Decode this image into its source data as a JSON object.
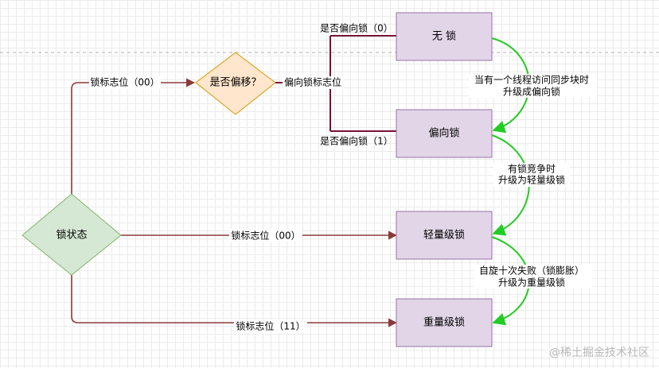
{
  "nodes": {
    "lock_state": "锁状态",
    "is_biased": "是否偏移？",
    "no_lock": "无 锁",
    "biased_lock": "偏向锁",
    "lightweight_lock": "轻量级锁",
    "heavyweight_lock": "重量级锁"
  },
  "edges": {
    "to_is_biased": "锁标志位（00）",
    "branch_label": "偏向锁标志位",
    "to_no_lock": "是否偏向锁（0）",
    "to_biased_lock": "是否偏向锁（1）",
    "to_lightweight": "锁标志位（00）",
    "to_heavyweight": "锁标志位（11）"
  },
  "transitions": {
    "no_to_biased": [
      "当有一个线程访问同步块时",
      "升级成偏向锁"
    ],
    "biased_to_light": [
      "有锁竞争时",
      "升级为轻量级锁"
    ],
    "light_to_heavy": [
      "自旋十次失败（锁膨胀）",
      "升级为重量级锁"
    ]
  },
  "watermark": "@稀土掘金技术社区",
  "colors": {
    "dark_edge": "#8b3a3a",
    "branch_edge": "#7a1033",
    "green_arrow": "#22cc22",
    "purple_fill": "#e1d5e7",
    "purple_stroke": "#9673a6",
    "orange_fill": "#ffe6cc",
    "orange_stroke": "#d79b00",
    "green_fill": "#d5e8d4",
    "green_stroke": "#82b366"
  }
}
